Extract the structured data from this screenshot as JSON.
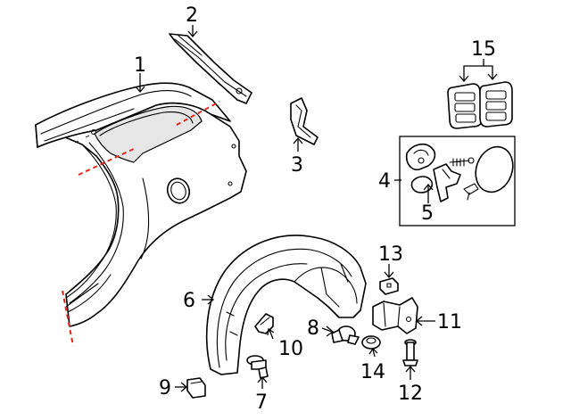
{
  "diagram": {
    "callouts": [
      {
        "id": "c1",
        "label": "1"
      },
      {
        "id": "c2",
        "label": "2"
      },
      {
        "id": "c3",
        "label": "3"
      },
      {
        "id": "c4",
        "label": "4"
      },
      {
        "id": "c5",
        "label": "5"
      },
      {
        "id": "c6",
        "label": "6"
      },
      {
        "id": "c7",
        "label": "7"
      },
      {
        "id": "c8",
        "label": "8"
      },
      {
        "id": "c9",
        "label": "9"
      },
      {
        "id": "c10",
        "label": "10"
      },
      {
        "id": "c11",
        "label": "11"
      },
      {
        "id": "c12",
        "label": "12"
      },
      {
        "id": "c13",
        "label": "13"
      },
      {
        "id": "c14",
        "label": "14"
      },
      {
        "id": "c15",
        "label": "15"
      }
    ],
    "cut_line_color": "#e3261c",
    "line_color": "#000000"
  }
}
